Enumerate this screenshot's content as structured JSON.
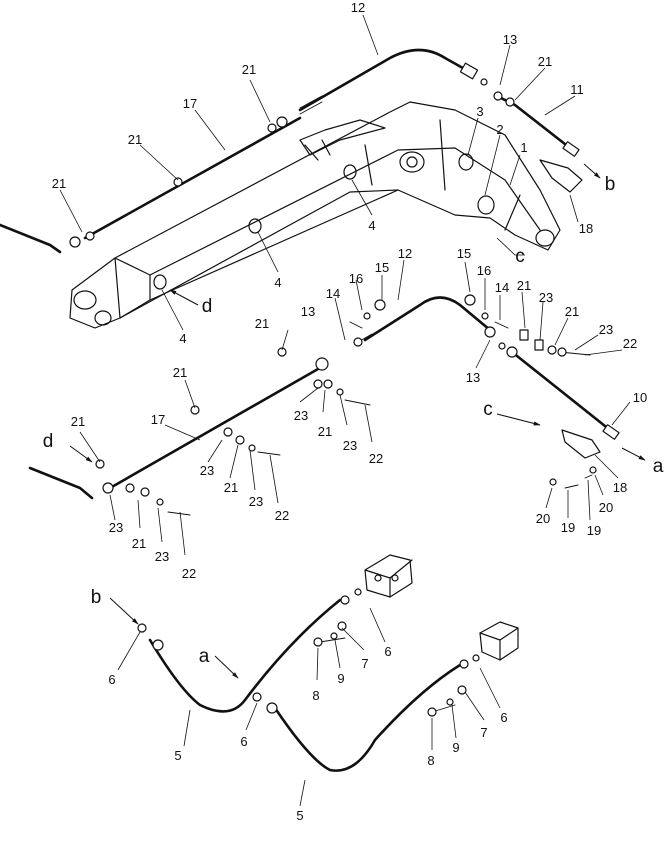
{
  "diagram": {
    "callouts": [
      {
        "id": "c12a",
        "text": "12"
      },
      {
        "id": "c13a",
        "text": "13"
      },
      {
        "id": "c21a",
        "text": "21"
      },
      {
        "id": "c11",
        "text": "11"
      },
      {
        "id": "c21b",
        "text": "21"
      },
      {
        "id": "c17a",
        "text": "17"
      },
      {
        "id": "c21c",
        "text": "21"
      },
      {
        "id": "c3",
        "text": "3"
      },
      {
        "id": "c2",
        "text": "2"
      },
      {
        "id": "c1",
        "text": "1"
      },
      {
        "id": "c21d",
        "text": "21"
      },
      {
        "id": "c4a",
        "text": "4"
      },
      {
        "id": "c4b",
        "text": "4"
      },
      {
        "id": "c4c",
        "text": "4"
      },
      {
        "id": "c18a",
        "text": "18"
      },
      {
        "id": "c12b",
        "text": "12"
      },
      {
        "id": "c15a",
        "text": "15"
      },
      {
        "id": "c16a",
        "text": "16"
      },
      {
        "id": "c14a",
        "text": "14"
      },
      {
        "id": "c15b",
        "text": "15"
      },
      {
        "id": "c16b",
        "text": "16"
      },
      {
        "id": "c14b",
        "text": "14"
      },
      {
        "id": "c21e",
        "text": "21"
      },
      {
        "id": "c23a",
        "text": "23"
      },
      {
        "id": "c21f",
        "text": "21"
      },
      {
        "id": "c23b",
        "text": "23"
      },
      {
        "id": "c22a",
        "text": "22"
      },
      {
        "id": "c13b",
        "text": "13"
      },
      {
        "id": "c13c",
        "text": "13"
      },
      {
        "id": "c21g",
        "text": "21"
      },
      {
        "id": "c21h",
        "text": "21"
      },
      {
        "id": "c10",
        "text": "10"
      },
      {
        "id": "c17b",
        "text": "17"
      },
      {
        "id": "c21i",
        "text": "21"
      },
      {
        "id": "c23c",
        "text": "23"
      },
      {
        "id": "c21j",
        "text": "21"
      },
      {
        "id": "c23d",
        "text": "23"
      },
      {
        "id": "c22b",
        "text": "22"
      },
      {
        "id": "c23e",
        "text": "23"
      },
      {
        "id": "c21k",
        "text": "21"
      },
      {
        "id": "c23f",
        "text": "23"
      },
      {
        "id": "c22c",
        "text": "22"
      },
      {
        "id": "c23g",
        "text": "23"
      },
      {
        "id": "c21l",
        "text": "21"
      },
      {
        "id": "c23h",
        "text": "23"
      },
      {
        "id": "c22d",
        "text": "22"
      },
      {
        "id": "c18b",
        "text": "18"
      },
      {
        "id": "c20a",
        "text": "20"
      },
      {
        "id": "c20b",
        "text": "20"
      },
      {
        "id": "c19a",
        "text": "19"
      },
      {
        "id": "c19b",
        "text": "19"
      },
      {
        "id": "c6a",
        "text": "6"
      },
      {
        "id": "c6b",
        "text": "6"
      },
      {
        "id": "c6c",
        "text": "6"
      },
      {
        "id": "c6d",
        "text": "6"
      },
      {
        "id": "c7a",
        "text": "7"
      },
      {
        "id": "c7b",
        "text": "7"
      },
      {
        "id": "c8a",
        "text": "8"
      },
      {
        "id": "c8b",
        "text": "8"
      },
      {
        "id": "c9a",
        "text": "9"
      },
      {
        "id": "c9b",
        "text": "9"
      },
      {
        "id": "c5a",
        "text": "5"
      },
      {
        "id": "c5b",
        "text": "5"
      }
    ],
    "refs": [
      {
        "id": "ra1",
        "text": "a"
      },
      {
        "id": "ra2",
        "text": "a"
      },
      {
        "id": "rb1",
        "text": "b"
      },
      {
        "id": "rb2",
        "text": "b"
      },
      {
        "id": "rc1",
        "text": "c"
      },
      {
        "id": "rc2",
        "text": "c"
      },
      {
        "id": "rd1",
        "text": "d"
      },
      {
        "id": "rd2",
        "text": "d"
      }
    ]
  }
}
